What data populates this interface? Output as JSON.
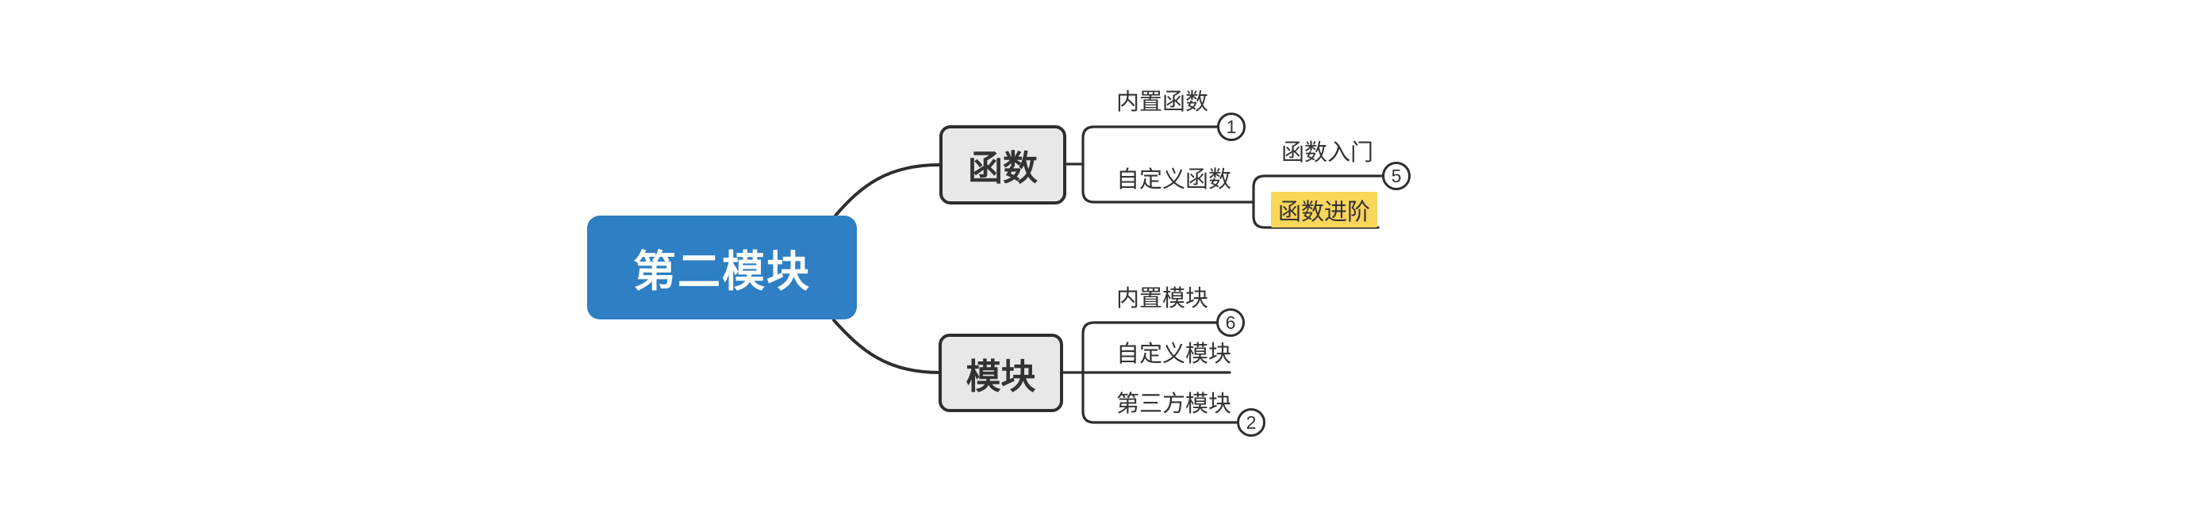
{
  "colors": {
    "canvas_bg": "#FFFFFF",
    "root_fill": "#2E7FC4",
    "root_text": "#FFFFFF",
    "branch_fill": "#E8E8E8",
    "branch_border": "#2E2E2E",
    "connector_line": "#2E2E2E",
    "label_text": "#333333",
    "highlight_fill": "#FAD65A",
    "badge_fill": "#FFFFFF"
  },
  "root": {
    "label": "第二模块"
  },
  "branches": [
    {
      "label": "函数",
      "children": [
        {
          "label": "内置函数",
          "badge": "1"
        },
        {
          "label": "自定义函数",
          "children": [
            {
              "label": "函数入门",
              "badge": "5"
            },
            {
              "label": "函数进阶",
              "highlighted": true
            }
          ]
        }
      ]
    },
    {
      "label": "模块",
      "children": [
        {
          "label": "内置模块",
          "badge": "6"
        },
        {
          "label": "自定义模块"
        },
        {
          "label": "第三方模块",
          "badge": "2"
        }
      ]
    }
  ]
}
